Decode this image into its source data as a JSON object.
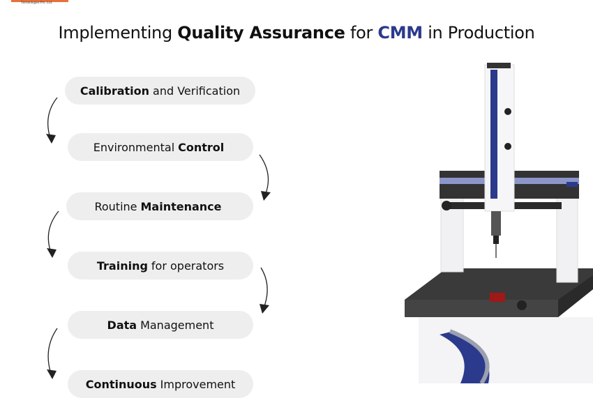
{
  "logo": {
    "tagline": "Technologies Pvt. Ltd."
  },
  "title": {
    "prefix": "Implementing ",
    "bold1": "Quality Assurance",
    "middle": " for ",
    "accent": "CMM",
    "suffix": " in Production",
    "accent_color": "#2b3a8c"
  },
  "steps": [
    {
      "bold": "Calibration",
      "rest": "and Verification"
    },
    {
      "rest_before": "Environmental",
      "bold": "Control"
    },
    {
      "rest_before": "Routine",
      "bold": "Maintenance"
    },
    {
      "bold": "Training",
      "rest": "for operators"
    },
    {
      "bold": "Data",
      "rest": "Management"
    },
    {
      "bold": "Continuous",
      "rest": "Improvement"
    }
  ],
  "colors": {
    "step_bg": "#eeeeee",
    "logo_orange": "#e8703a",
    "machine_blue": "#2b3a8c"
  }
}
